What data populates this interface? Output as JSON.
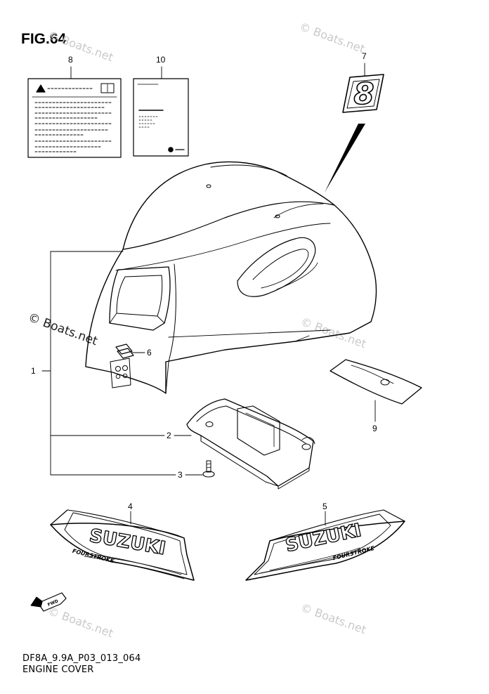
{
  "figure": {
    "title": "FIG.64"
  },
  "footer": {
    "code": "DF8A_9.9A_P03_013_064",
    "caption": "ENGINE COVER"
  },
  "watermark": {
    "text": "© Boats.net"
  },
  "callouts": [
    "1",
    "2",
    "3",
    "4",
    "5",
    "6",
    "7",
    "8",
    "9",
    "10"
  ],
  "decals": {
    "brand": "SUZUKI",
    "fourstroke": "FOURSTROKE",
    "model_number": "8",
    "front_arrow": "FWD"
  }
}
